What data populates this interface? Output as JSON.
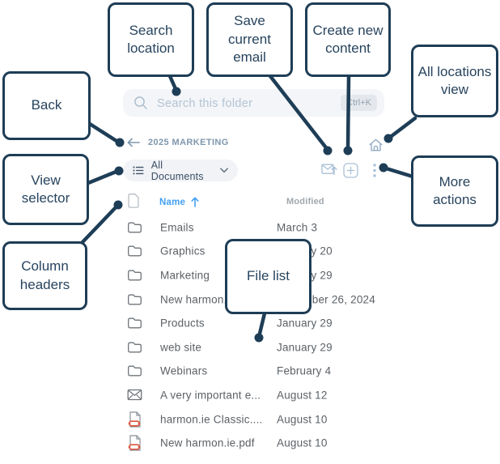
{
  "app": {
    "search": {
      "placeholder": "Search this folder",
      "shortcut": "Ctrl+K",
      "icon": "search-icon"
    },
    "breadcrumb": {
      "back_icon": "back-arrow-icon",
      "label": "2025 MARKETING"
    },
    "all_locations": {
      "icon": "home-icon"
    },
    "view_selector": {
      "icon": "list-view-icon",
      "label": "All Documents",
      "chevron": "chevron-down-icon"
    },
    "toolbar": {
      "save_email_icon": "save-email-icon",
      "create_new_icon": "plus-icon",
      "more_icon": "kebab-menu-icon"
    },
    "columns": {
      "icon": "page-icon",
      "name": "Name",
      "sort_icon": "sort-ascending-icon",
      "modified": "Modified"
    },
    "files": [
      {
        "name": "Emails",
        "modified": "March 3",
        "icon": "folder-icon"
      },
      {
        "name": "Graphics",
        "modified": "January 20",
        "icon": "folder-icon"
      },
      {
        "name": "Marketing",
        "modified": "January 29",
        "icon": "folder-icon"
      },
      {
        "name": "New harmon.ie",
        "modified": "November 26, 2024",
        "icon": "folder-icon"
      },
      {
        "name": "Products",
        "modified": "January 29",
        "icon": "folder-icon"
      },
      {
        "name": "web site",
        "modified": "January 29",
        "icon": "folder-icon"
      },
      {
        "name": "Webinars",
        "modified": "February 4",
        "icon": "folder-icon"
      },
      {
        "name": "A very important e...",
        "modified": "August 12",
        "icon": "email-icon"
      },
      {
        "name": "harmon.ie Classic....",
        "modified": "August 10",
        "icon": "pdf-icon"
      },
      {
        "name": "New harmon.ie.pdf",
        "modified": "August 10",
        "icon": "pdf-icon"
      }
    ]
  },
  "callouts": {
    "search_location": {
      "label": "Search location"
    },
    "save_current_email": {
      "label": "Save current email"
    },
    "create_new_content": {
      "label": "Create new content"
    },
    "all_locations_view": {
      "label": "All locations view"
    },
    "back": {
      "label": "Back"
    },
    "view_selector": {
      "label": "View selector"
    },
    "more_actions": {
      "label": "More actions"
    },
    "column_headers": {
      "label": "Column headers"
    },
    "file_list": {
      "label": "File list"
    }
  },
  "colors": {
    "callout_navy": "#1e3d56",
    "searchbar_bg": "#f3f5f8",
    "placeholder": "#b4c3d3",
    "breadcrumb_blue": "#7e97ad",
    "header_name_blue": "#42a0f2",
    "header_modified_gray": "#a0a7ae",
    "file_text_gray": "#5c6166",
    "toolbar_icon_blue": "#a9c0d6",
    "pdf_red": "#dd5740"
  }
}
